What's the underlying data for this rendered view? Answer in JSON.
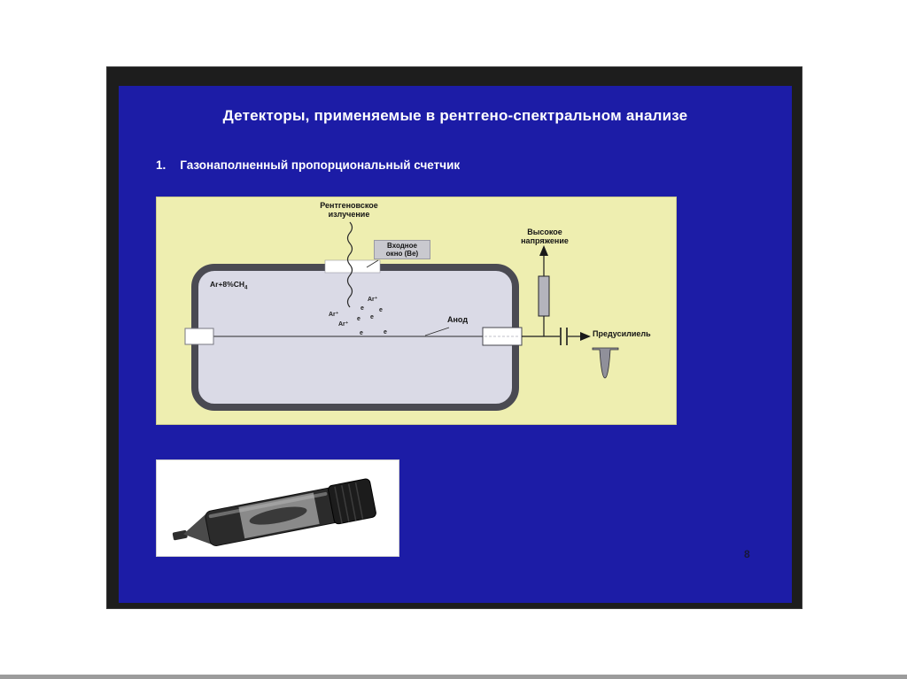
{
  "slide": {
    "title": "Детекторы, применяемые в рентгено-спектральном анализе",
    "item": {
      "number": "1.",
      "text": "Газонаполненный пропорциональный счетчик"
    },
    "page_number": "8"
  },
  "diagram": {
    "xray": {
      "line1": "Рентгеновское",
      "line2": "излучение"
    },
    "window": {
      "line1": "Входное",
      "line2": "окно (Ве)"
    },
    "gas": {
      "main": "Ar+8%CH",
      "sub": "4"
    },
    "anode_label": "Анод",
    "hv": {
      "line1": "Высокое",
      "line2": "напряжение"
    },
    "preamp_label": "Предусилиель",
    "ions": [
      {
        "label": "Ar⁺"
      },
      {
        "label": "e"
      },
      {
        "label": "Ar⁺"
      },
      {
        "label": "e"
      },
      {
        "label": "Ar⁺"
      },
      {
        "label": "e"
      },
      {
        "label": "e"
      },
      {
        "label": "e"
      },
      {
        "label": "e"
      }
    ]
  },
  "colors": {
    "slide_bg": "#1c1ca6",
    "frame_bg": "#1d1d1d",
    "panel_bg": "#eeeeb0",
    "tube_fill": "#dadae6",
    "tube_border": "#4a4a52"
  }
}
